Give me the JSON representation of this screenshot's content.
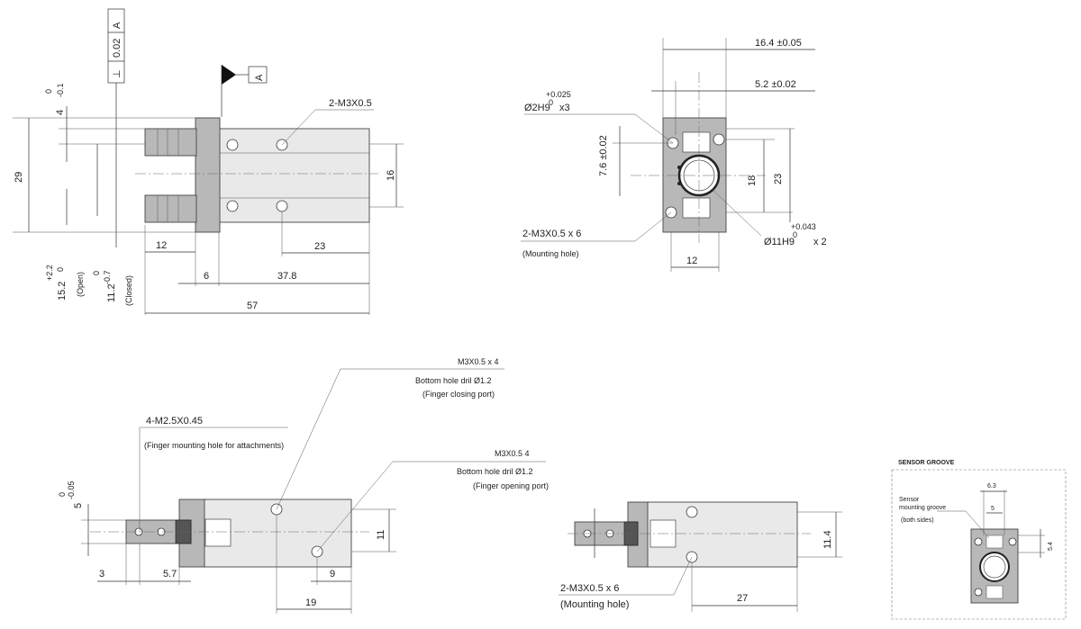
{
  "tolerance_frame": {
    "symbol": "⊥",
    "value": "0.02",
    "datum": "A"
  },
  "datum_label": "A",
  "front_view": {
    "thread_note": "2-M3X0.5",
    "dim_29": "29",
    "dim_4_upper": "0",
    "dim_4_lower": "-0.1",
    "dim_4": "4",
    "dim_16": "16",
    "dim_12": "12",
    "dim_23": "23",
    "dim_6": "6",
    "dim_37_8": "37.8",
    "dim_57": "57",
    "open_dim": "15.2",
    "open_upper": "+2.2",
    "open_lower": "0",
    "open_label": "(Open)",
    "closed_dim": "11.2",
    "closed_upper": "0",
    "closed_lower": "-0.7",
    "closed_label": "(Closed)"
  },
  "end_view": {
    "dim_16_4": "16.4 ±0.05",
    "dim_5_2": "5.2 ±0.02",
    "pin_hole": "Ø2H9",
    "pin_hole_tol": "+0.025",
    "pin_hole_tol0": "0",
    "pin_hole_qty": "x3",
    "dim_7_6": "7.6 ±0.02",
    "dim_18": "18",
    "dim_23": "23",
    "bore": "Ø11H9",
    "bore_tol": "+0.043",
    "bore_tol0": "0",
    "bore_qty": "x 2",
    "mount_note": "2-M3X0.5 x 6",
    "mount_label": "(Mounting hole)",
    "dim_12": "12"
  },
  "side_view": {
    "finger_note": "4-M2.5X0.45",
    "finger_desc": "(Finger mounting hole for attachments)",
    "closing_note": "M3X0.5 x 4",
    "closing_drill": "Bottom hole dril Ø1.2",
    "closing_desc": "(Finger closing port)",
    "opening_note": "M3X0.5   4",
    "opening_drill": "Bottom hole dril Ø1.2",
    "opening_desc": "(Finger opening port)",
    "dim_5": "5",
    "dim_5_upper": "-0.05",
    "dim_5_lower": "0",
    "dim_3": "3",
    "dim_5_7": "5.7",
    "dim_11": "11",
    "dim_9": "9",
    "dim_19": "19"
  },
  "bottom_view": {
    "dim_11_4": "11.4",
    "mount_note": "2-M3X0.5 x 6",
    "mount_label": "(Mounting hole)",
    "dim_27": "27"
  },
  "sensor_groove": {
    "title": "SENSOR GROOVE",
    "label_line1": "Sensor",
    "label_line2": "mounting groove",
    "label_line3": "(both sides)",
    "dim_6_3": "6.3",
    "dim_5": "5",
    "dim_5_4": "5.4"
  }
}
